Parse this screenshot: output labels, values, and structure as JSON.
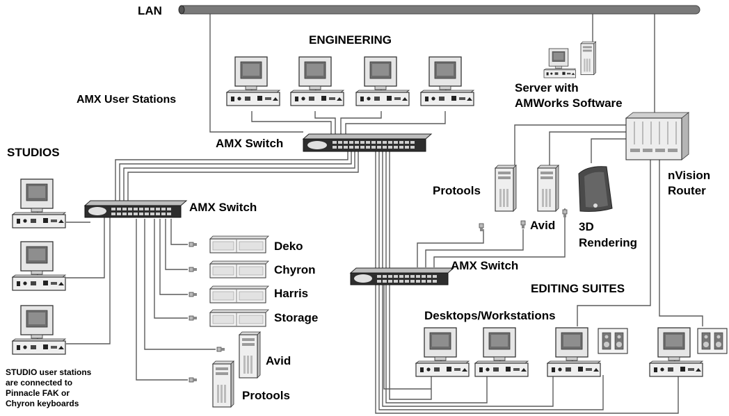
{
  "labels": {
    "lan": "LAN",
    "engineering": "ENGINEERING",
    "amx_user_stations": "AMX User Stations",
    "server_line1": "Server with",
    "server_line2": "AMWorks Software",
    "studios": "STUDIOS",
    "amx_switch_top": "AMX Switch",
    "amx_switch_left": "AMX Switch",
    "amx_switch_right": "AMX Switch",
    "nvision_line1": "nVision",
    "nvision_line2": "Router",
    "protools_right": "Protools",
    "avid_right": "Avid",
    "rendering_line1": "3D",
    "rendering_line2": "Rendering",
    "deko": "Deko",
    "chyron": "Chyron",
    "harris": "Harris",
    "storage": "Storage",
    "avid_left": "Avid",
    "protools_left": "Protools",
    "editing_suites": "EDITING SUITES",
    "desktops": "Desktops/Workstations",
    "studio_note": [
      "STUDIO user stations",
      "are connected to",
      "Pinnacle FAK or",
      "Chyron keyboards"
    ]
  },
  "icons": {
    "workstation": "workstation-icon",
    "switch": "kvm-switch-icon",
    "tower": "tower-computer-icon",
    "server": "server-icon",
    "router": "router-icon",
    "speakers": "speakers-icon",
    "rack_device": "rack-device-icon"
  }
}
